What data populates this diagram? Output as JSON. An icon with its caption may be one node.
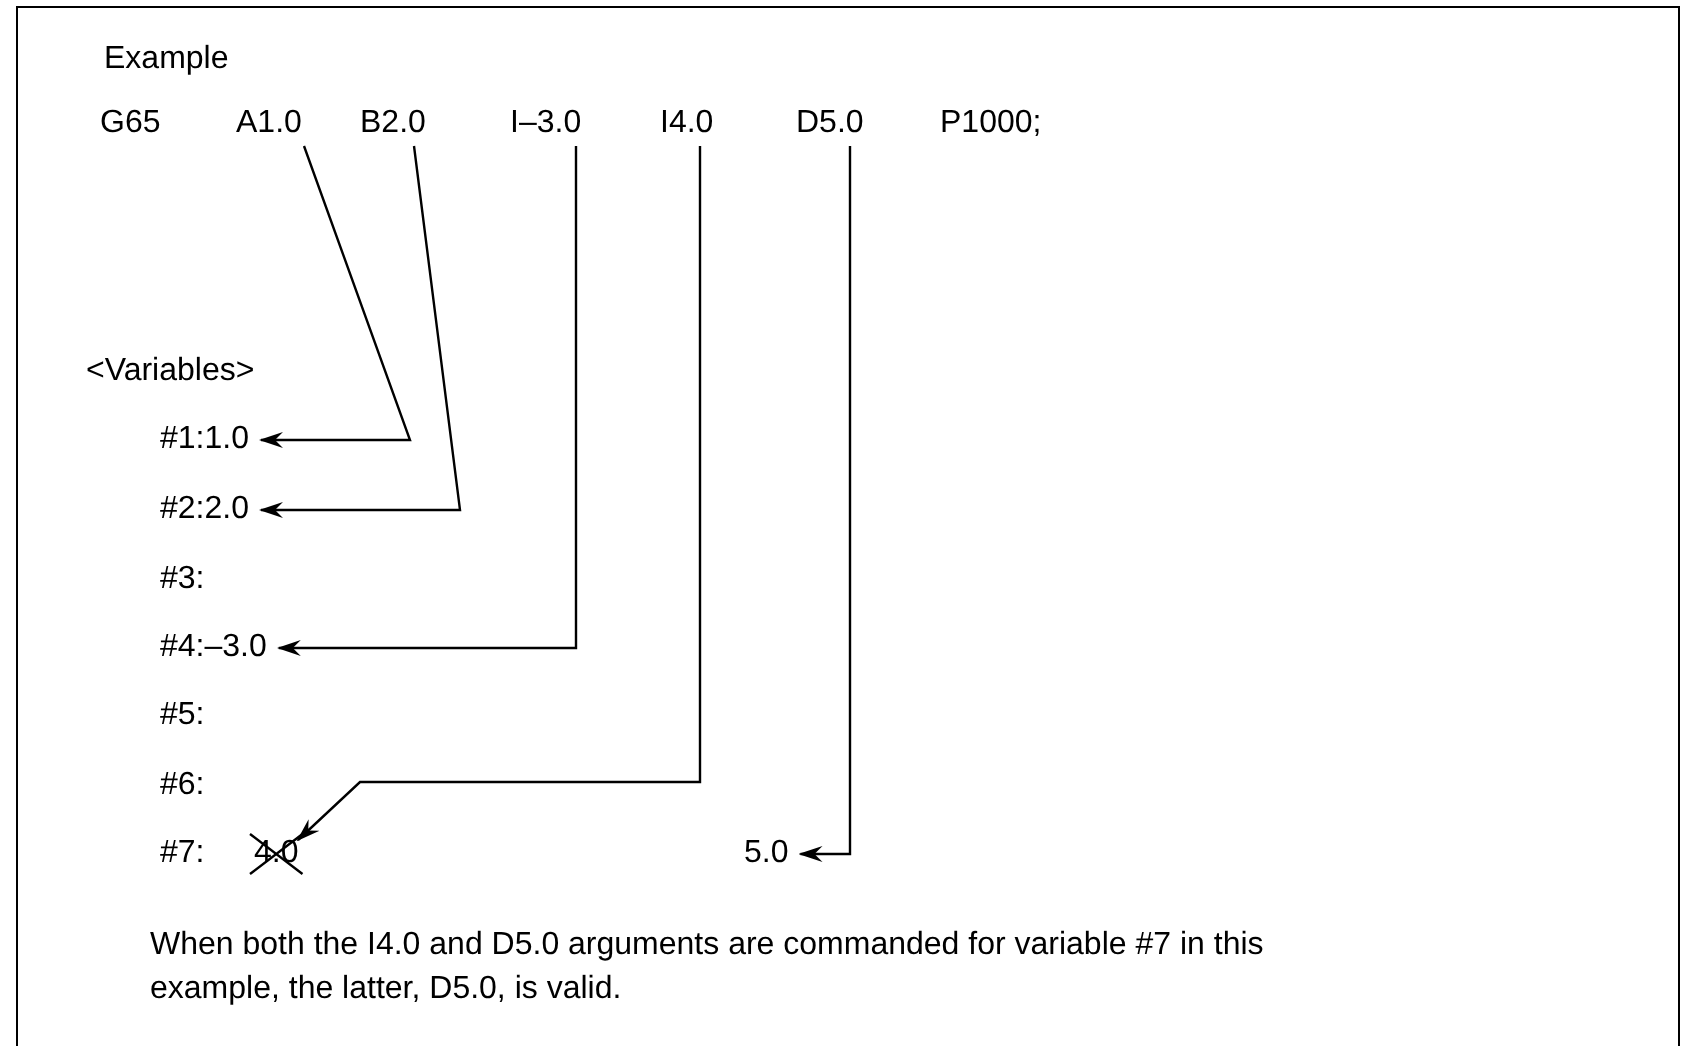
{
  "diagram": {
    "title": "Example",
    "nodes": [
      {
        "text": [
          "A1.0"
        ]
      },
      {
        "text": [
          "B2.0"
        ]
      },
      {
        "text": [
          "I–3.0"
        ]
      },
      {
        "text": [
          "I4.0"
        ]
      },
      {
        "text": [
          "D5.0"
        ]
      },
      {
        "text": [
          "#1:1.0"
        ]
      },
      {
        "text": [
          "#2:2.0"
        ]
      },
      {
        "text": [
          "#4:–3.0"
        ]
      },
      {
        "text": [
          "4.0"
        ]
      },
      {
        "text": [
          "5.0"
        ]
      }
    ],
    "edges": [
      {
        "from": 0,
        "to": 5,
        "arrow": "to"
      },
      {
        "from": 1,
        "to": 6,
        "arrow": "to"
      },
      {
        "from": 2,
        "to": 7,
        "arrow": "to"
      },
      {
        "from": 3,
        "to": 8,
        "arrow": "to"
      },
      {
        "from": 4,
        "to": 9,
        "arrow": "to"
      }
    ],
    "labels": [
      "G65",
      "P1000;",
      "<Variables>",
      "#3:",
      "#5:",
      "#6:",
      "#7:",
      "When both the I4.0 and D5.0 arguments are commanded for variable #7 in this example, the latter, D5.0, is valid."
    ]
  }
}
